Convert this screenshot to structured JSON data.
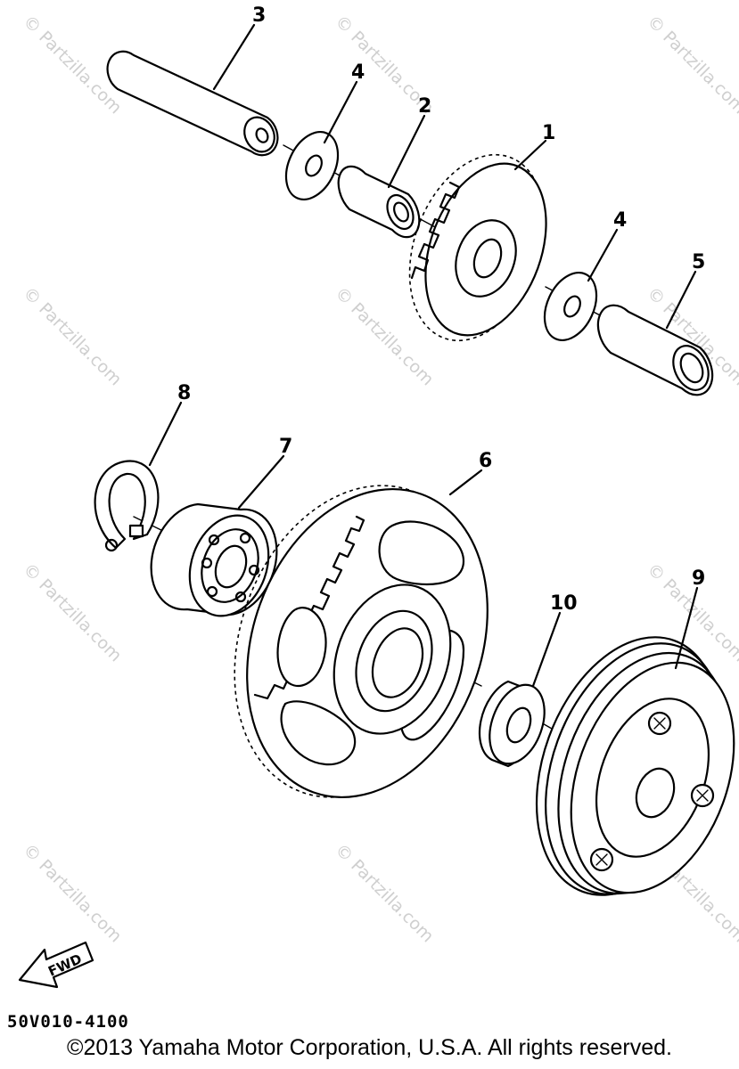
{
  "watermark_text": "© Partzilla.com",
  "diagram_code": "50V010-4100",
  "copyright": "©2013 Yamaha Motor Corporation, U.S.A. All rights reserved.",
  "fwd_label": "FWD",
  "callouts": {
    "c1": "1",
    "c2": "2",
    "c3": "3",
    "c4a": "4",
    "c4b": "4",
    "c5": "5",
    "c6": "6",
    "c7": "7",
    "c8": "8",
    "c9": "9",
    "c10": "10"
  },
  "parts": [
    "idle-gear",
    "bearing",
    "shaft",
    "washer",
    "collar",
    "starter-wheel-gear",
    "ball-bearing",
    "circlip",
    "starter-clutch-assembly",
    "washer"
  ]
}
